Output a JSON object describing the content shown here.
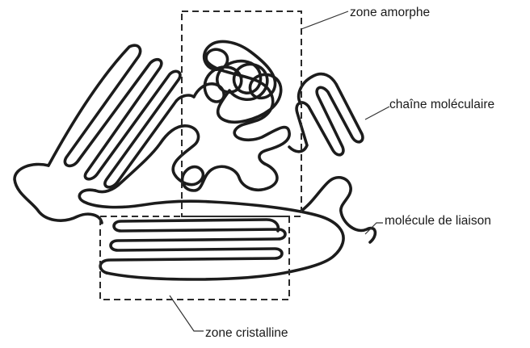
{
  "labels": {
    "amorphous_zone": "zone amorphe",
    "molecular_chain": "chaîne moléculaire",
    "tie_molecule": "molécule de liaison",
    "crystalline_zone": "zone cristalline"
  },
  "colors": {
    "line": "#1c1c1c",
    "background": "#ffffff"
  }
}
